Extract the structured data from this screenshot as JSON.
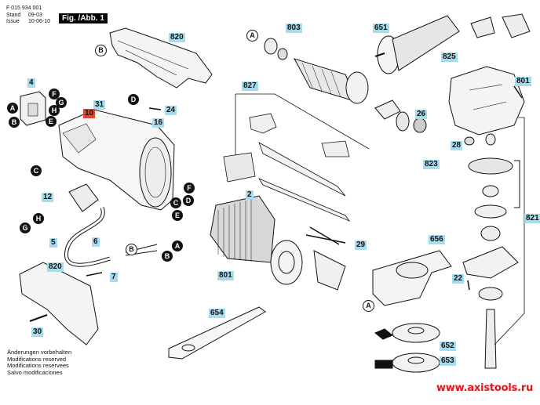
{
  "header": {
    "part_number": "F 015 934 001",
    "stand_label": "Stand",
    "stand_value": "09-03",
    "issue_label": "Issue",
    "issue_value": "10-06-10",
    "figure_label": "Fig. /Abb. 1"
  },
  "notes": [
    "Änderungen vorbehalten",
    "Modifications reserved",
    "Modifications reservees",
    "Salvo modificaciones"
  ],
  "watermark": "www.axistools.ru",
  "colors": {
    "label_bg": "#a8dcec",
    "highlight_label_bg": "#e0442a",
    "watermark": "#e5141b",
    "line": "#111111"
  },
  "part_labels": [
    {
      "id": "p820a",
      "text": "820"
    },
    {
      "id": "p803",
      "text": "803"
    },
    {
      "id": "p651",
      "text": "651"
    },
    {
      "id": "p825",
      "text": "825"
    },
    {
      "id": "p801a",
      "text": "801"
    },
    {
      "id": "p4",
      "text": "4"
    },
    {
      "id": "p31",
      "text": "31"
    },
    {
      "id": "p10",
      "text": "10",
      "highlight": true
    },
    {
      "id": "p24",
      "text": "24"
    },
    {
      "id": "p16",
      "text": "16"
    },
    {
      "id": "p827",
      "text": "827"
    },
    {
      "id": "p26",
      "text": "26"
    },
    {
      "id": "p28",
      "text": "28"
    },
    {
      "id": "p823",
      "text": "823"
    },
    {
      "id": "p821",
      "text": "821"
    },
    {
      "id": "p12",
      "text": "12"
    },
    {
      "id": "p2",
      "text": "2"
    },
    {
      "id": "p29",
      "text": "29"
    },
    {
      "id": "p656",
      "text": "656"
    },
    {
      "id": "p5",
      "text": "5"
    },
    {
      "id": "p6",
      "text": "6"
    },
    {
      "id": "p7",
      "text": "7"
    },
    {
      "id": "p801b",
      "text": "801"
    },
    {
      "id": "p820b",
      "text": "820"
    },
    {
      "id": "p22",
      "text": "22"
    },
    {
      "id": "p30",
      "text": "30"
    },
    {
      "id": "p654",
      "text": "654"
    },
    {
      "id": "p652",
      "text": "652"
    },
    {
      "id": "p653",
      "text": "653"
    }
  ],
  "connectors": [
    {
      "id": "cBtop",
      "text": "B",
      "style": "open"
    },
    {
      "id": "cAtop",
      "text": "A",
      "style": "open"
    },
    {
      "id": "cF1",
      "text": "F",
      "style": "solid"
    },
    {
      "id": "cG1",
      "text": "G",
      "style": "solid"
    },
    {
      "id": "cA1",
      "text": "A",
      "style": "solid"
    },
    {
      "id": "cH1",
      "text": "H",
      "style": "solid"
    },
    {
      "id": "cB1",
      "text": "B",
      "style": "solid"
    },
    {
      "id": "cE1",
      "text": "E",
      "style": "solid"
    },
    {
      "id": "cD1",
      "text": "D",
      "style": "solid"
    },
    {
      "id": "cC1",
      "text": "C",
      "style": "solid"
    },
    {
      "id": "cF2",
      "text": "F",
      "style": "solid"
    },
    {
      "id": "cC2",
      "text": "C",
      "style": "solid"
    },
    {
      "id": "cD2",
      "text": "D",
      "style": "solid"
    },
    {
      "id": "cE2",
      "text": "E",
      "style": "solid"
    },
    {
      "id": "cH2",
      "text": "H",
      "style": "solid"
    },
    {
      "id": "cG2",
      "text": "G",
      "style": "solid"
    },
    {
      "id": "cA2",
      "text": "A",
      "style": "solid"
    },
    {
      "id": "cB2",
      "text": "B",
      "style": "solid"
    },
    {
      "id": "cBcord",
      "text": "B",
      "style": "open"
    },
    {
      "id": "cAbottom",
      "text": "A",
      "style": "open"
    }
  ]
}
